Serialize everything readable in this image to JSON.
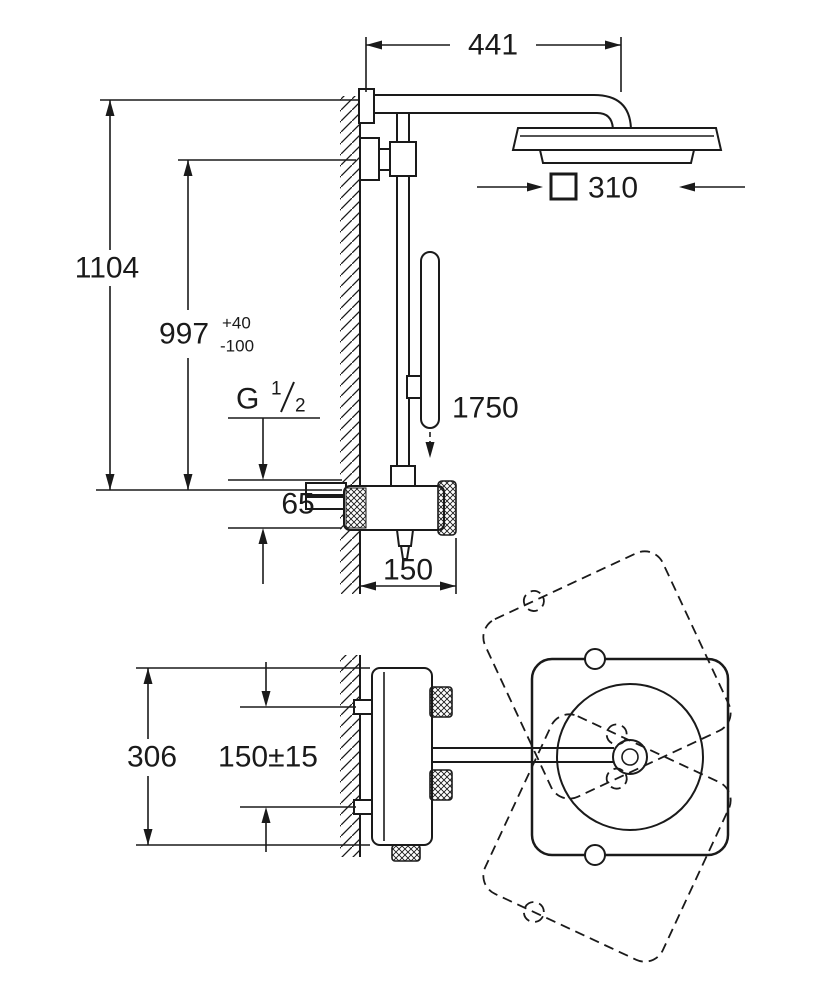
{
  "drawing_labels": {
    "dim_top_projection": "441",
    "head_size": "310",
    "dim_total_height": "1104",
    "dim_valve_height": "997",
    "dim_valve_height_tol_plus": "+40",
    "dim_valve_height_tol_minus": "-100",
    "thread_letter": "G",
    "thread_numerator": "1",
    "thread_denominator": "2",
    "dim_outlet_offset": "65",
    "dim_valve_projection": "150",
    "hose_length": "1750",
    "dim_depth": "306",
    "dim_inlet_spacing": "150±15"
  },
  "colors": {
    "line": "#1a1a1a",
    "background": "#ffffff"
  }
}
